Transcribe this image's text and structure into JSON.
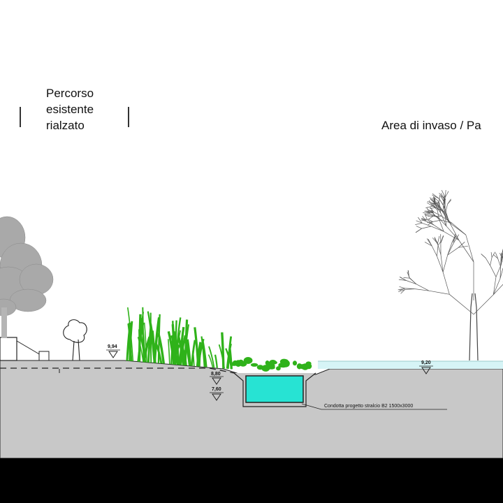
{
  "labels": {
    "percorso_line1": "Percorso",
    "percorso_line2": "esistente",
    "percorso_line3": "rialzato",
    "area_invaso": "Area di invaso / Pa"
  },
  "elevations": {
    "bank_top": "9,94",
    "trench_top": "8,80",
    "trench_bottom": "7,60",
    "water_level": "9,20"
  },
  "conduit_caption": "Condotta progetto stralcio  B2  1500x3000",
  "colors": {
    "ground": "#c8c8c8",
    "water": "#d6f4f6",
    "conduit_fill": "#27e3d3",
    "vegetation": "#2fb21a",
    "tree_line": "#555555",
    "bottom_bar": "#000000"
  }
}
